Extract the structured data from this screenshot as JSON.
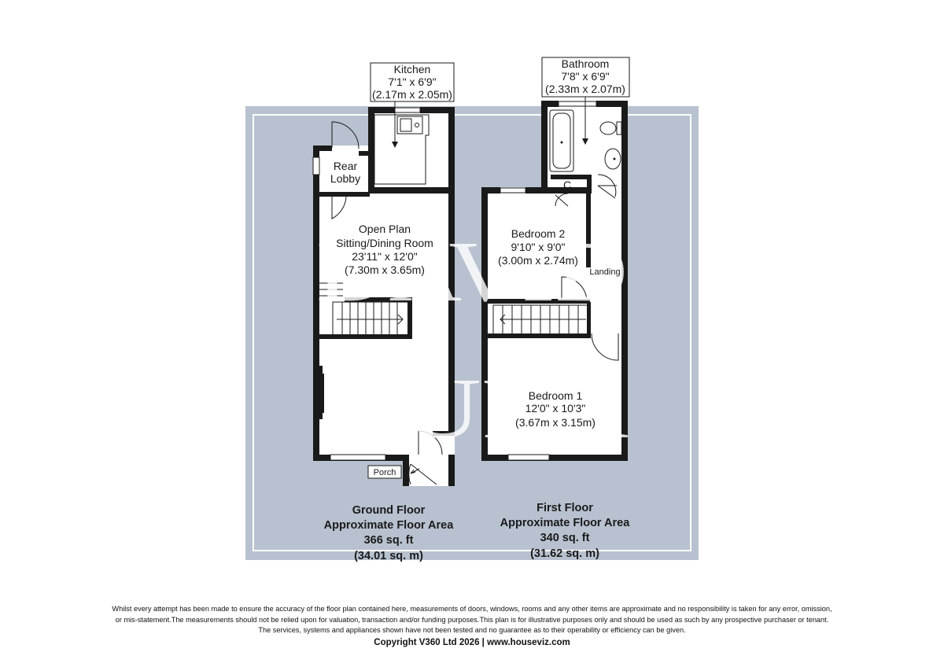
{
  "colors": {
    "background_panel": "#b8c1cf",
    "panel_border": "#ffffff",
    "wall": "#1a1a1a",
    "floor": "#ffffff",
    "watermark": "#ffffff"
  },
  "watermark": {
    "line1": "DAVID",
    "line2": "BURR"
  },
  "ground_floor": {
    "rooms": {
      "kitchen": {
        "name": "Kitchen",
        "imperial": "7'1\" x 6'9\"",
        "metric": "(2.17m x 2.05m)"
      },
      "rear_lobby": {
        "line1": "Rear",
        "line2": "Lobby"
      },
      "open_plan": {
        "line1": "Open Plan",
        "line2": "Sitting/Dining Room",
        "imperial": "23'11\" x 12'0\"",
        "metric": "(7.30m x 3.65m)"
      },
      "porch": {
        "name": "Porch"
      }
    },
    "area": {
      "title": "Ground Floor",
      "subtitle": "Approximate Floor Area",
      "sqft": "366 sq. ft",
      "sqm": "(34.01 sq. m)"
    }
  },
  "first_floor": {
    "rooms": {
      "bathroom": {
        "name": "Bathroom",
        "imperial": "7'8\" x 6'9\"",
        "metric": "(2.33m x 2.07m)"
      },
      "cupboard": {
        "name": "C"
      },
      "bedroom2": {
        "name": "Bedroom 2",
        "imperial": "9'10\" x 9'0\"",
        "metric": "(3.00m x 2.74m)"
      },
      "landing": {
        "name": "Landing"
      },
      "bedroom1": {
        "name": "Bedroom 1",
        "imperial": "12'0\" x 10'3\"",
        "metric": "(3.67m x 3.15m)"
      }
    },
    "area": {
      "title": "First Floor",
      "subtitle": "Approximate Floor Area",
      "sqft": "340 sq. ft",
      "sqm": "(31.62 sq. m)"
    }
  },
  "disclaimer": {
    "line1": "Whilst every attempt has been made to ensure the accuracy of the floor plan contained here, measurements of doors, windows, rooms and any other items are approximate and no responsibility is taken for any error, omission,",
    "line2": "or mis-statement.The measurements should not be relied upon for valuation, transaction and/or funding purposes.This plan is for illustrative purposes only and should be used as such by any prospective purchaser or tenant.",
    "line3": "The services, systems and appliances shown have not been tested and no guarantee as to their operability or efficiency can be given.",
    "copyright": "Copyright V360 Ltd 2026 | www.houseviz.com"
  }
}
